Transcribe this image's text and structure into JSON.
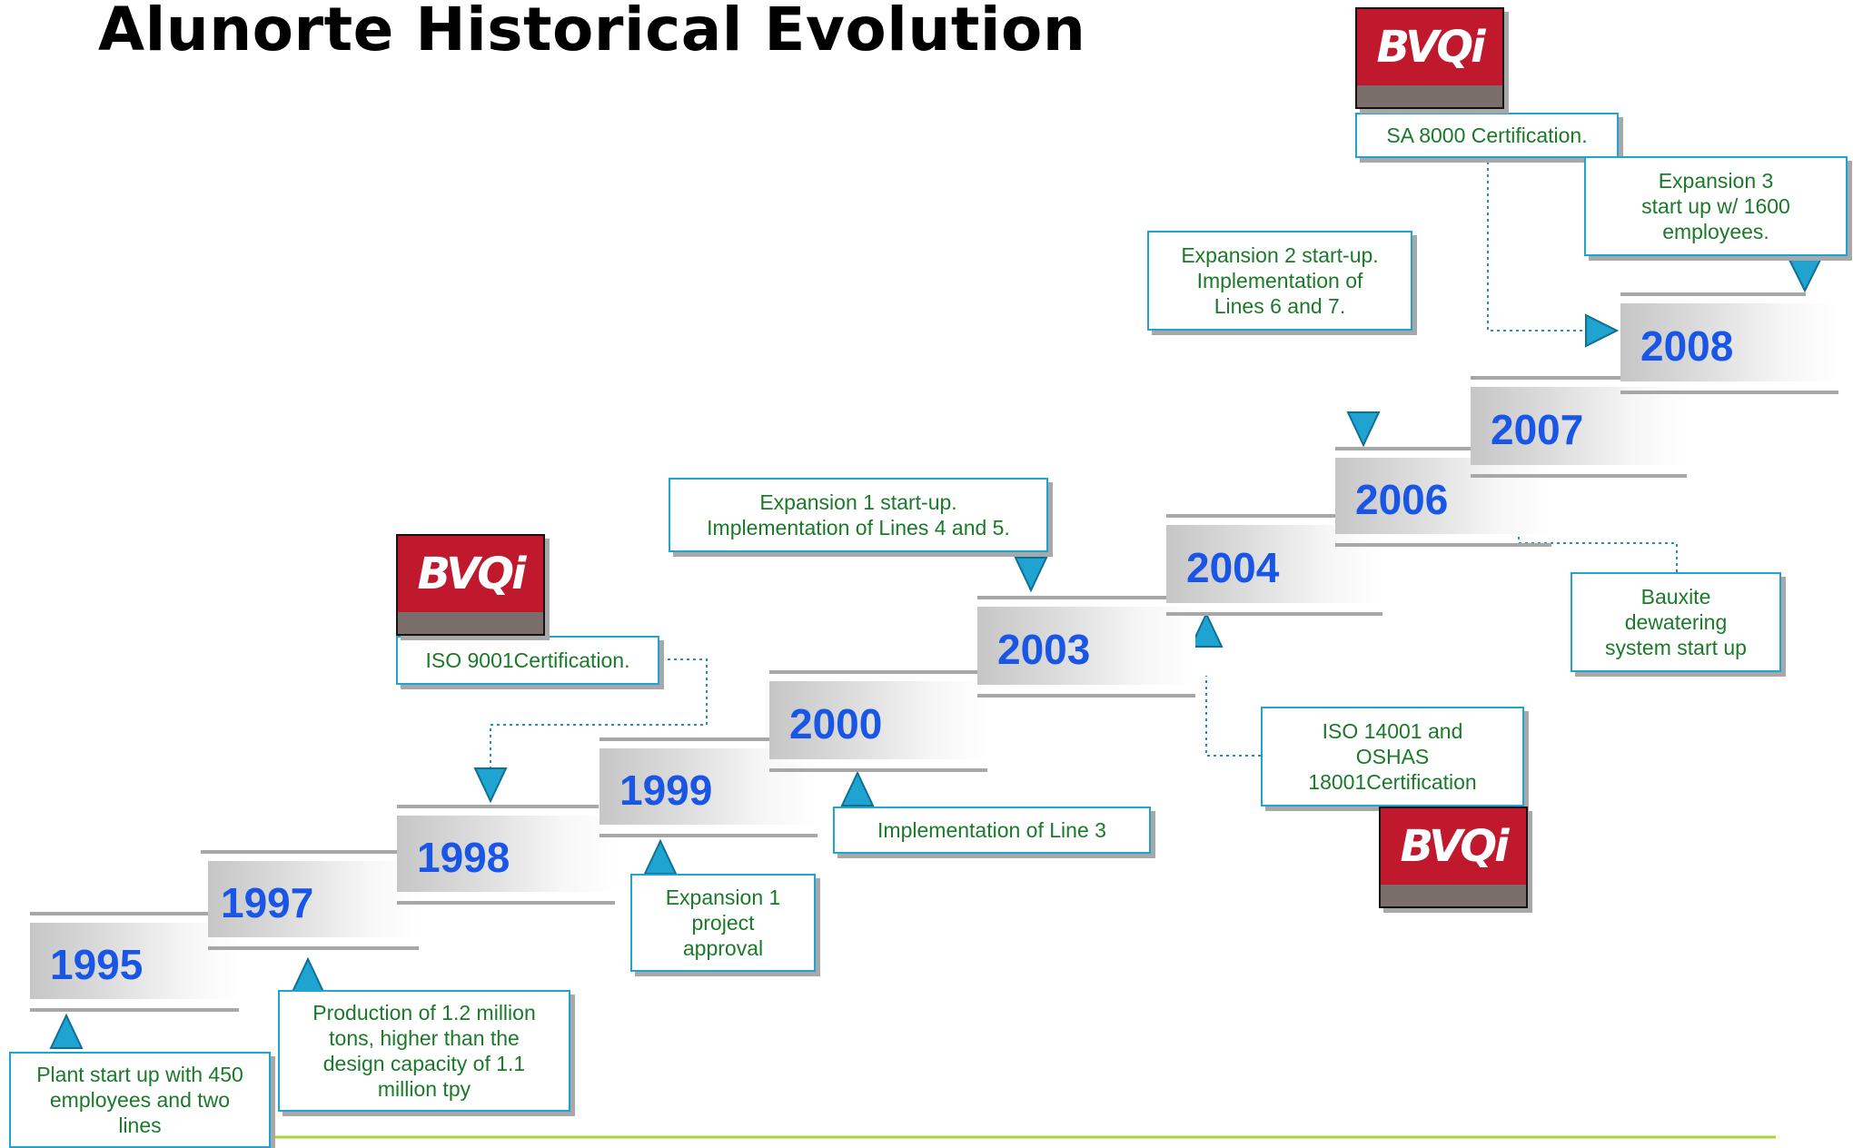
{
  "title": "Alunorte Historical Evolution",
  "colors": {
    "year_text": "#1a56e6",
    "note_text": "#1a7a2a",
    "note_border": "#1fa3d1",
    "arrow": "#1fa3d1",
    "connector": "#1f8fc0",
    "logo_red": "#c0192e",
    "baseline": "#a9d43c"
  },
  "years": [
    "1995",
    "1997",
    "1998",
    "1999",
    "2000",
    "2003",
    "2004",
    "2006",
    "2007",
    "2008"
  ],
  "notes": {
    "y1995": "Plant start up with 450\nemployees and two\nlines",
    "y1997": "Production of 1.2 million\ntons, higher than the\ndesign capacity of 1.1\nmillion tpy",
    "iso9001": "ISO 9001Certification.",
    "expansion1_approval": "Expansion 1\nproject\napproval",
    "line3": "Implementation of Line 3",
    "expansion1_startup": "Expansion 1 start-up.\nImplementation of Lines 4 and 5.",
    "iso14001": "ISO 14001 and\nOSHAS\n18001Certification",
    "bauxite": "Bauxite\ndewatering\nsystem start up",
    "expansion2": "Expansion 2  start-up.\nImplementation of\nLines 6 and 7.",
    "sa8000": "SA 8000 Certification.",
    "expansion3": "Expansion 3\nstart up w/ 1600\nemployees."
  },
  "logo_text": "BVQi"
}
